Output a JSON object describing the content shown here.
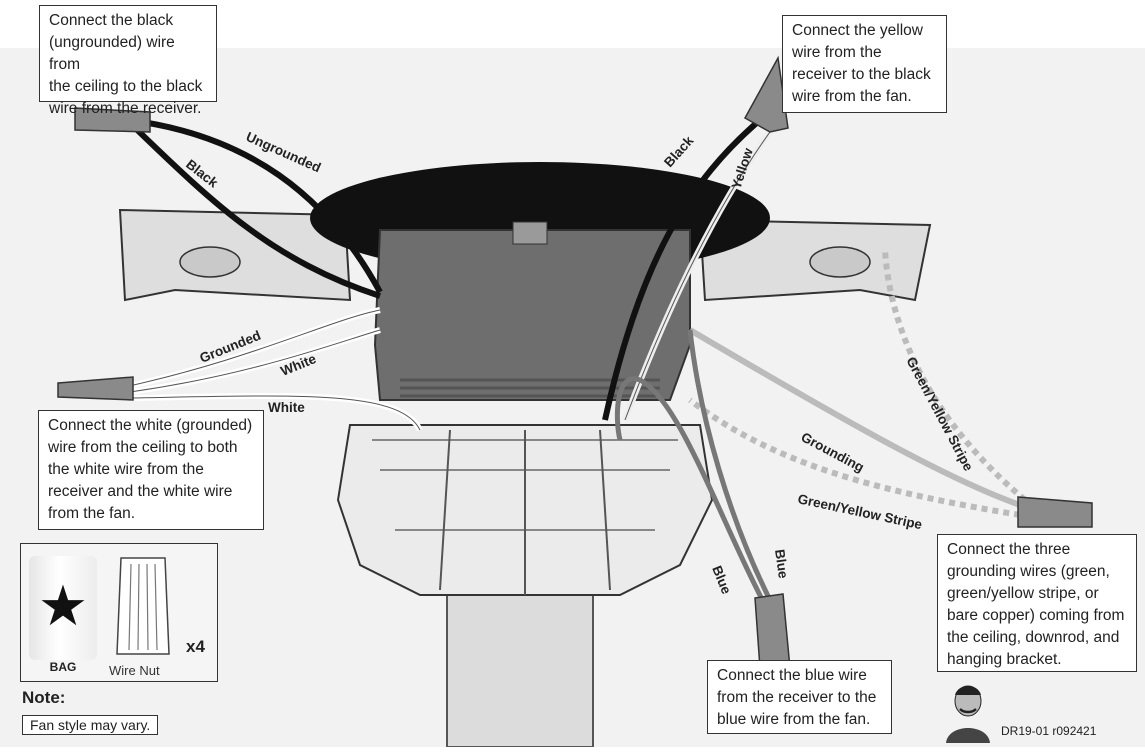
{
  "callouts": {
    "black_wire": "Connect the black\n(ungrounded) wire from\nthe ceiling to the black\nwire from the receiver.",
    "yellow_wire": "Connect the yellow\nwire from the\nreceiver to the black\nwire from the fan.",
    "white_wire": "Connect the white (grounded)\nwire from the ceiling to both\nthe white wire from the\nreceiver and the white wire\nfrom the fan.",
    "grounding_wires": "Connect the three\ngrounding wires (green,\ngreen/yellow stripe, or\nbare copper) coming from\nthe ceiling, downrod, and\nhanging bracket.",
    "blue_wire": "Connect the blue wire\nfrom the receiver to the\nblue wire from the fan."
  },
  "wire_labels": {
    "black_left": "Black",
    "ungrounded": "Ungrounded",
    "black_right": "Black",
    "yellow": "Yellow",
    "grounded": "Grounded",
    "white_upper": "White",
    "white_lower": "White",
    "grounding": "Grounding",
    "gy_stripe_right": "Green/Yellow Stripe",
    "gy_stripe_lower": "Green/Yellow Stripe",
    "blue_left": "Blue",
    "blue_right": "Blue"
  },
  "parts": {
    "bag_label": "BAG",
    "wire_nut_label": "Wire Nut",
    "quantity": "x4"
  },
  "note": {
    "title": "Note:",
    "text": "Fan style may vary."
  },
  "doc_id": "DR19-01 r092421",
  "colors": {
    "background": "#f2f2f2",
    "housing": "#6e6e6e",
    "wire_black": "#111111",
    "wire_nut": "#8a8a8a"
  },
  "icons": {
    "bag": "star-icon",
    "wire_nut": "wire-nut-icon"
  }
}
